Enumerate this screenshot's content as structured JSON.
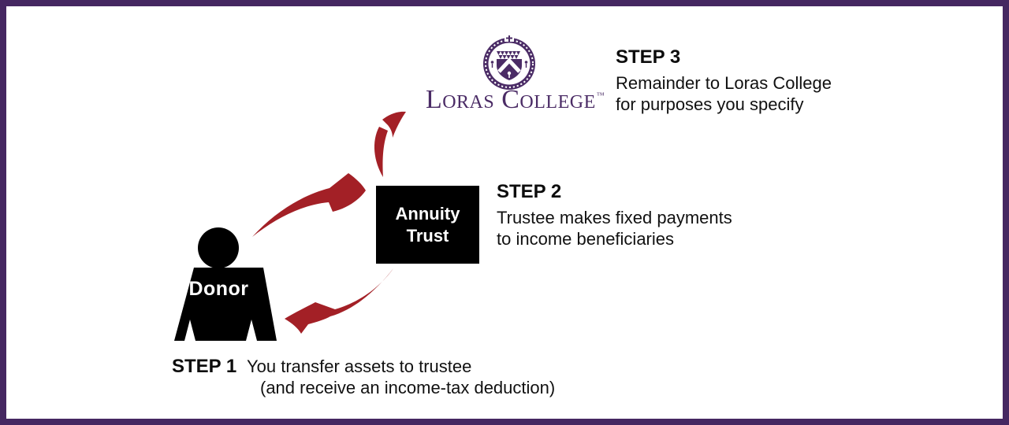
{
  "colors": {
    "background": "#ffffff",
    "border_purple": "#452761",
    "loras_purple": "#4b2c66",
    "arrow_red": "#a32026",
    "box_black": "#000000",
    "text_black": "#111111",
    "label_white": "#ffffff"
  },
  "donor": {
    "label": "Donor",
    "icon": "donor-person-icon"
  },
  "trust": {
    "label": "Annuity Trust"
  },
  "college": {
    "wordmark": "Loras College",
    "trademark": "™",
    "crest_icon": "loras-college-crest-icon"
  },
  "steps": [
    {
      "title": "STEP 1",
      "lines": [
        "You transfer assets to trustee",
        "(and receive an income-tax deduction)"
      ]
    },
    {
      "title": "STEP 2",
      "lines": [
        "Trustee makes fixed payments",
        "to income beneficiaries"
      ]
    },
    {
      "title": "STEP 3",
      "lines": [
        "Remainder to Loras College",
        "for purposes you specify"
      ]
    }
  ],
  "arrows": [
    {
      "name": "donor-to-trust",
      "from": "Donor",
      "to": "Annuity Trust"
    },
    {
      "name": "trust-to-college",
      "from": "Annuity Trust",
      "to": "Loras College"
    },
    {
      "name": "trust-to-donor",
      "from": "Annuity Trust",
      "to": "Donor"
    }
  ]
}
